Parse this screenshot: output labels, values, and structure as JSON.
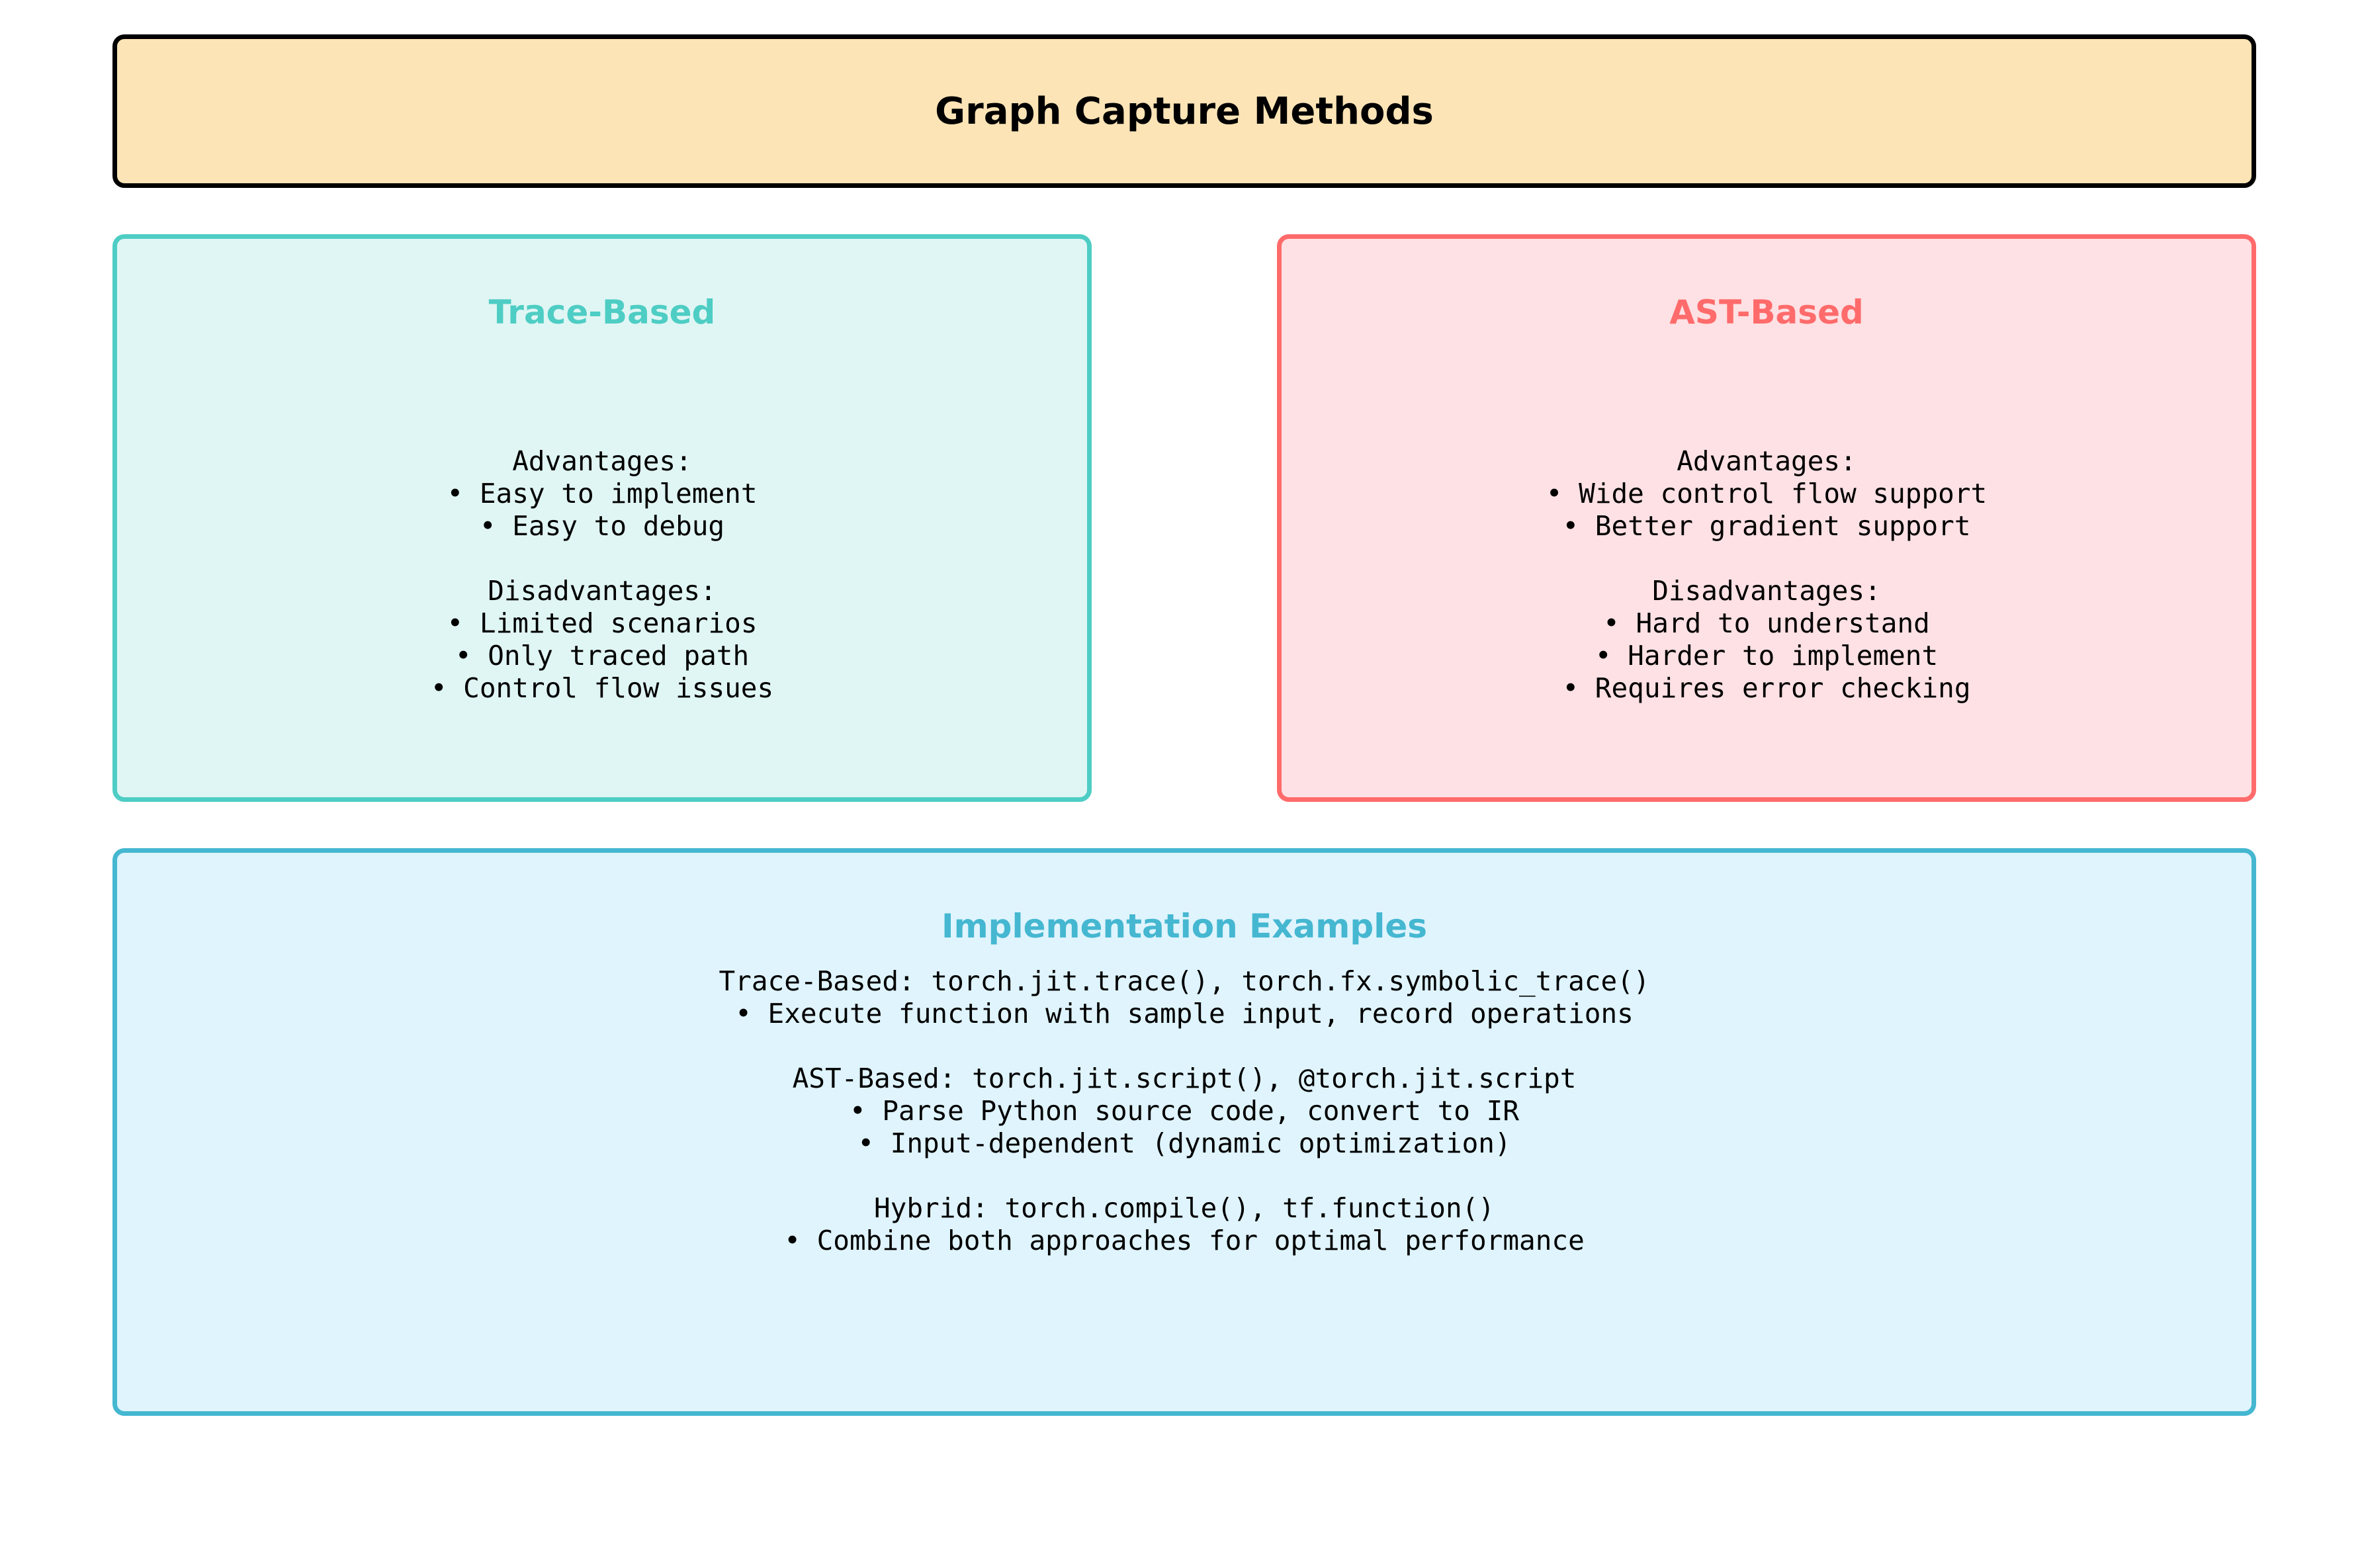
{
  "header": {
    "title": "Graph Capture Methods"
  },
  "trace_box": {
    "title": "Trace-Based",
    "advantages_heading": "Advantages:",
    "advantages": [
      "• Easy to implement",
      "• Easy to debug"
    ],
    "disadvantages_heading": "Disadvantages:",
    "disadvantages": [
      "• Limited scenarios",
      "• Only traced path",
      "• Control flow issues"
    ]
  },
  "ast_box": {
    "title": "AST-Based",
    "advantages_heading": "Advantages:",
    "advantages": [
      "• Wide control flow support",
      "• Better gradient support"
    ],
    "disadvantages_heading": "Disadvantages:",
    "disadvantages": [
      "• Hard to understand",
      "• Harder to implement",
      "• Requires error checking"
    ]
  },
  "impl_box": {
    "title": "Implementation Examples",
    "trace": {
      "heading": "Trace-Based: torch.jit.trace(), torch.fx.symbolic_trace()",
      "points": [
        "• Execute function with sample input, record operations"
      ]
    },
    "ast": {
      "heading": "AST-Based: torch.jit.script(), @torch.jit.script",
      "points": [
        "• Parse Python source code, convert to IR",
        "• Input-dependent (dynamic optimization)"
      ]
    },
    "hybrid": {
      "heading": "Hybrid: torch.compile(), tf.function()",
      "points": [
        "• Combine both approaches for optimal performance"
      ]
    }
  },
  "colors": {
    "header_fill": "#FDE4B6",
    "trace_accent": "#4ECDC4",
    "trace_fill": "#E0F6F4",
    "ast_accent": "#FF6B6B",
    "ast_fill": "#FEE1E4",
    "impl_accent": "#45B7D1",
    "impl_fill": "#DFF4FD"
  }
}
